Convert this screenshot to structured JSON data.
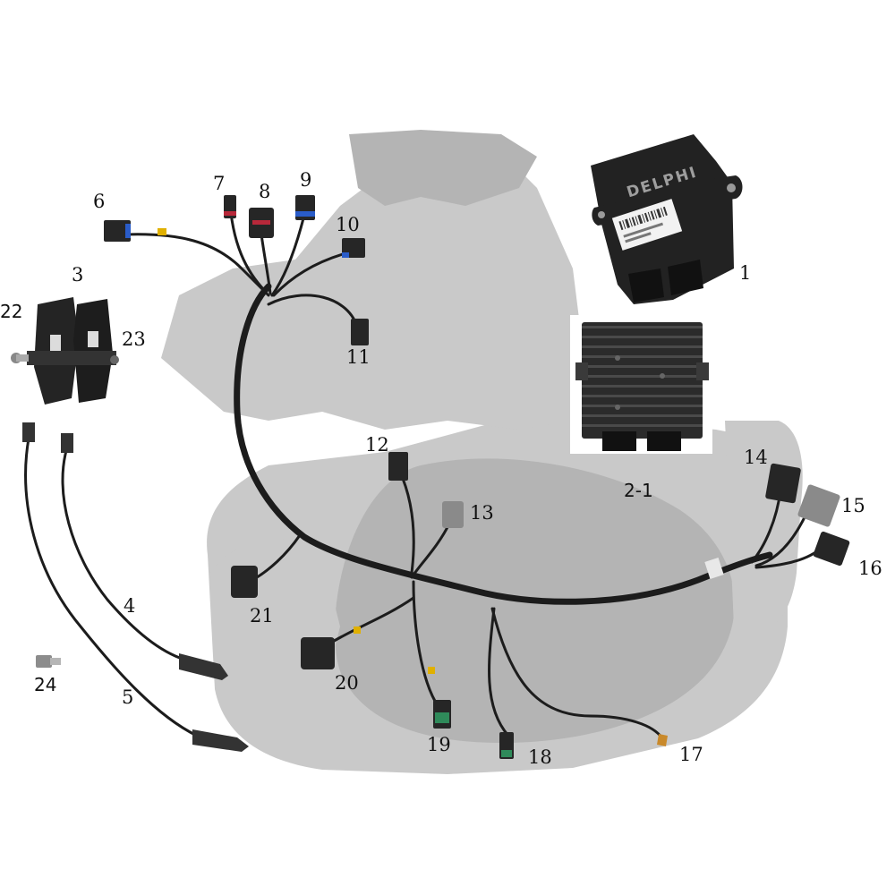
{
  "colors": {
    "background": "#ffffff",
    "engine_ghost": "#c9c9c9",
    "engine_ghost_dark": "#b4b4b4",
    "harness": "#1c1c1c",
    "connector_dark": "#262626",
    "connector_grey": "#8a8a8a",
    "connector_blue": "#2a5cc8",
    "connector_green": "#2f8a5a",
    "connector_red": "#b8283a",
    "tape_yellow": "#e0b000",
    "ecu_body": "#222222",
    "ecu_label": "#f2f2f2",
    "regulator_body": "#2b2b2b",
    "regulator_panel": "#ffffff"
  },
  "ecu": {
    "brand": "DELPHI",
    "label_icon": "barcode-icon"
  },
  "callouts": [
    {
      "id": "c1",
      "text": "1"
    },
    {
      "id": "c2",
      "text": "2-1"
    },
    {
      "id": "c3",
      "text": "3"
    },
    {
      "id": "c4",
      "text": "4"
    },
    {
      "id": "c5",
      "text": "5"
    },
    {
      "id": "c6",
      "text": "6"
    },
    {
      "id": "c7",
      "text": "7"
    },
    {
      "id": "c8",
      "text": "8"
    },
    {
      "id": "c9",
      "text": "9"
    },
    {
      "id": "c10",
      "text": "10"
    },
    {
      "id": "c11",
      "text": "11"
    },
    {
      "id": "c12",
      "text": "12"
    },
    {
      "id": "c13",
      "text": "13"
    },
    {
      "id": "c14",
      "text": "14"
    },
    {
      "id": "c15",
      "text": "15"
    },
    {
      "id": "c16",
      "text": "16"
    },
    {
      "id": "c17",
      "text": "17"
    },
    {
      "id": "c18",
      "text": "18"
    },
    {
      "id": "c19",
      "text": "19"
    },
    {
      "id": "c20",
      "text": "20"
    },
    {
      "id": "c21",
      "text": "21"
    },
    {
      "id": "c22",
      "text": "22"
    },
    {
      "id": "c23",
      "text": "23"
    },
    {
      "id": "c24",
      "text": "24"
    }
  ]
}
